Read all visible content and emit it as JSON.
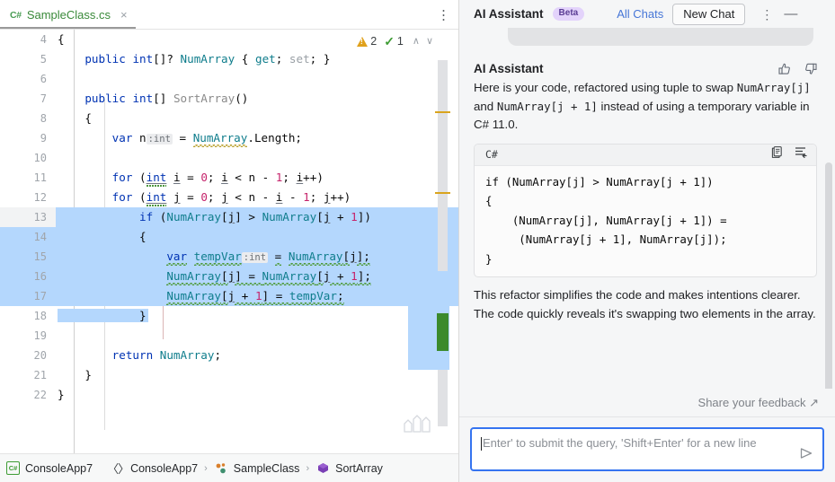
{
  "editor": {
    "tab": {
      "icon": "csharp-file-icon",
      "icon_text": "C#",
      "label": "SampleClass.cs",
      "close_glyph": "×"
    },
    "tab_more_glyph": "⋮",
    "inspections": {
      "warning_count": "2",
      "success_count": "1",
      "prev_glyph": "∧",
      "next_glyph": "∨"
    },
    "lines": [
      {
        "no": "4",
        "selected": false,
        "html_key": "l4"
      },
      {
        "no": "5",
        "selected": false,
        "html_key": "l5"
      },
      {
        "no": "6",
        "selected": false,
        "html_key": "l6"
      },
      {
        "no": "7",
        "selected": false,
        "html_key": "l7"
      },
      {
        "no": "8",
        "selected": false,
        "html_key": "l8"
      },
      {
        "no": "9",
        "selected": false,
        "html_key": "l9"
      },
      {
        "no": "10",
        "selected": false,
        "html_key": "l10"
      },
      {
        "no": "11",
        "selected": false,
        "html_key": "l11"
      },
      {
        "no": "12",
        "selected": false,
        "html_key": "l12"
      },
      {
        "no": "13",
        "selected": true,
        "html_key": "l13"
      },
      {
        "no": "14",
        "selected": true,
        "html_key": "l14"
      },
      {
        "no": "15",
        "selected": true,
        "html_key": "l15"
      },
      {
        "no": "16",
        "selected": true,
        "html_key": "l16"
      },
      {
        "no": "17",
        "selected": true,
        "html_key": "l17"
      },
      {
        "no": "18",
        "selected": true,
        "html_key": "l18"
      },
      {
        "no": "19",
        "selected": false,
        "html_key": "l19"
      },
      {
        "no": "20",
        "selected": false,
        "html_key": "l20"
      },
      {
        "no": "21",
        "selected": false,
        "html_key": "l21"
      },
      {
        "no": "22",
        "selected": false,
        "html_key": "l22"
      }
    ],
    "line_numbers": [
      "4",
      "5",
      "6",
      "7",
      "8",
      "9",
      "10",
      "11",
      "12",
      "13",
      "14",
      "15",
      "16",
      "17",
      "18",
      "19",
      "20",
      "21",
      "22"
    ],
    "source_text": [
      "{",
      "    public int[]? NumArray { get; set; }",
      "",
      "    public int[] SortArray()",
      "    {",
      "        var n :int = NumArray.Length;",
      "",
      "        for (int i = 0; i < n - 1; i++)",
      "        for (int j = 0; j < n - i - 1; j++)",
      "            if (NumArray[j] > NumArray[j + 1])",
      "            {",
      "                var tempVar :int = NumArray[j];",
      "                NumArray[j] = NumArray[j + 1];",
      "                NumArray[j + 1] = tempVar;",
      "            }",
      "",
      "        return NumArray;",
      "    }",
      "}"
    ],
    "type_hint_label": ":int"
  },
  "breadcrumb": {
    "project_icon": "csharp-project-icon",
    "project_icon_text": "C#",
    "project": "ConsoleApp7",
    "namespace_icon": "namespace-icon",
    "namespace_icon_glyph": "〈〉",
    "namespace": "ConsoleApp7",
    "sep": "›",
    "class_icon": "class-icon",
    "class": "SampleClass",
    "method_icon": "method-icon",
    "method": "SortArray"
  },
  "ai": {
    "title": "AI Assistant",
    "badge": "Beta",
    "all_chats": "All Chats",
    "new_chat": "New Chat",
    "more_glyph": "⋮",
    "minimize_glyph": "—",
    "message": {
      "author": "AI Assistant",
      "thumbs_up_icon": "thumbs-up-icon",
      "thumbs_down_icon": "thumbs-down-icon",
      "intro_part1": "Here is your code, refactored using tuple to swap ",
      "intro_code1": "NumArray[j]",
      "intro_part2": " and ",
      "intro_code2": "NumArray[j + 1]",
      "intro_part3": " instead of using a temporary variable in C# 11.0.",
      "outro": "This refactor simplifies the code and makes intentions clearer. The code quickly reveals it's swapping two elements in the array."
    },
    "code_block": {
      "language": "C#",
      "copy_icon": "copy-icon",
      "insert_icon": "insert-code-icon",
      "code": "if (NumArray[j] > NumArray[j + 1])\n{\n    (NumArray[j], NumArray[j + 1]) =\n     (NumArray[j + 1], NumArray[j]);\n}"
    },
    "feedback_link": "Share your feedback ↗",
    "input": {
      "placeholder": "Enter' to submit the query, 'Shift+Enter' for a new line",
      "value": "",
      "send_icon": "send-icon"
    }
  },
  "colors": {
    "accent_blue": "#3574f0",
    "link_blue": "#4676d7",
    "selection_blue": "#b4d7fd",
    "beta_purple": "#e3d3fb",
    "warning_amber": "#e0a11b",
    "success_green": "#3f9c35",
    "tab_green": "#3a8a3a"
  }
}
